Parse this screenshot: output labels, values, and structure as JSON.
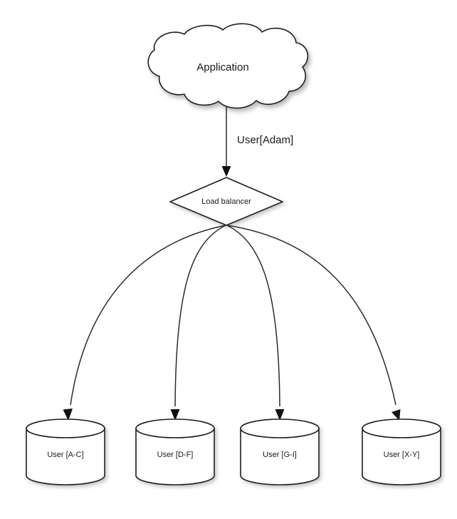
{
  "diagram": {
    "type": "architecture-flow",
    "title": "Load balancer user sharding",
    "background_color": "#ffffff",
    "stroke_color": "#1f1f1f",
    "fill_color": "#ffffff",
    "nodes": {
      "cloud": {
        "label": "Application",
        "shape": "cloud"
      },
      "balancer": {
        "label": "Load balancer",
        "shape": "diamond"
      },
      "databases": [
        {
          "label": "User [A-C]",
          "shape": "cylinder"
        },
        {
          "label": "User [D-F]",
          "shape": "cylinder"
        },
        {
          "label": "User [G-I]",
          "shape": "cylinder"
        },
        {
          "label": "User [X-Y]",
          "shape": "cylinder"
        }
      ]
    },
    "edges": {
      "app_to_balancer": {
        "label": "User[Adam]",
        "from": "Application",
        "to": "Load balancer",
        "arrow": true
      },
      "balancer_to_databases": [
        {
          "label": "",
          "from": "Load balancer",
          "to": "User [A-C]",
          "arrow": true
        },
        {
          "label": "",
          "from": "Load balancer",
          "to": "User [D-F]",
          "arrow": true
        },
        {
          "label": "",
          "from": "Load balancer",
          "to": "User [G-I]",
          "arrow": true
        },
        {
          "label": "",
          "from": "Load balancer",
          "to": "User [X-Y]",
          "arrow": true
        }
      ]
    }
  }
}
